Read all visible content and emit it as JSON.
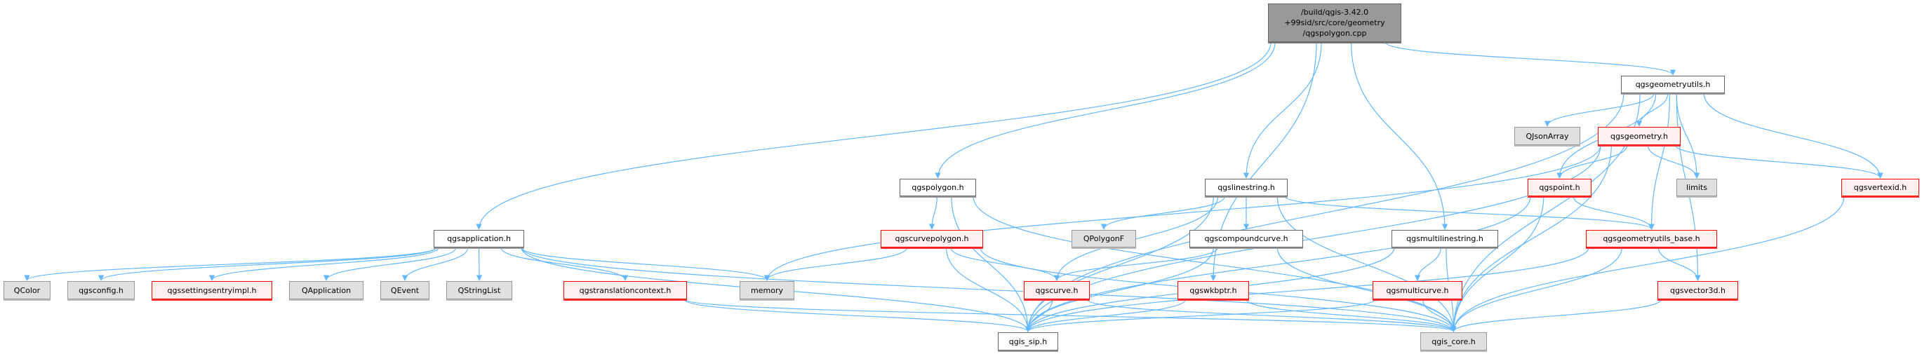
{
  "graph": {
    "edge_color": "#63b8ff",
    "nodes": {
      "root": {
        "label": "/build/qgis-3.42.0\n+99sid/src/core/geometry\n/qgspolygon.cpp",
        "kind": "root"
      },
      "qgsapplication": {
        "label": "qgsapplication.h",
        "kind": "white"
      },
      "QColor": {
        "label": "QColor",
        "kind": "grey"
      },
      "qgsconfig": {
        "label": "qgsconfig.h",
        "kind": "grey"
      },
      "qgssettingsentryimpl": {
        "label": "qgssettingsentryimpl.h",
        "kind": "red"
      },
      "QApplication": {
        "label": "QApplication",
        "kind": "grey"
      },
      "QEvent": {
        "label": "QEvent",
        "kind": "grey"
      },
      "QStringList": {
        "label": "QStringList",
        "kind": "grey"
      },
      "qgstranslationcontext": {
        "label": "qgstranslationcontext.h",
        "kind": "red"
      },
      "memory": {
        "label": "memory",
        "kind": "grey"
      },
      "qgspolygon": {
        "label": "qgspolygon.h",
        "kind": "white"
      },
      "qgscurvepolygon": {
        "label": "qgscurvepolygon.h",
        "kind": "red"
      },
      "qgsgeometryutils": {
        "label": "qgsgeometryutils.h",
        "kind": "white"
      },
      "QJsonArray": {
        "label": "QJsonArray",
        "kind": "grey"
      },
      "qgsgeometry": {
        "label": "qgsgeometry.h",
        "kind": "red"
      },
      "qgslinestring": {
        "label": "qgslinestring.h",
        "kind": "white"
      },
      "qgspoint": {
        "label": "qgspoint.h",
        "kind": "red"
      },
      "limits": {
        "label": "limits",
        "kind": "grey"
      },
      "qgsvertexid": {
        "label": "qgsvertexid.h",
        "kind": "red"
      },
      "QPolygonF": {
        "label": "QPolygonF",
        "kind": "grey"
      },
      "qgscompoundcurve": {
        "label": "qgscompoundcurve.h",
        "kind": "white"
      },
      "qgsmultilinestring": {
        "label": "qgsmultilinestring.h",
        "kind": "white"
      },
      "qgsgeometryutils_base": {
        "label": "qgsgeometryutils_base.h",
        "kind": "red"
      },
      "qgscurve": {
        "label": "qgscurve.h",
        "kind": "red"
      },
      "qgswkbptr": {
        "label": "qgswkbptr.h",
        "kind": "red"
      },
      "qgsmulticurve": {
        "label": "qgsmulticurve.h",
        "kind": "red"
      },
      "qgsvector3d": {
        "label": "qgsvector3d.h",
        "kind": "red"
      },
      "qgis_sip": {
        "label": "qgis_sip.h",
        "kind": "white"
      },
      "qgis_core": {
        "label": "qgis_core.h",
        "kind": "grey"
      }
    },
    "edges": [
      [
        "root",
        "qgsapplication"
      ],
      [
        "root",
        "qgspolygon"
      ],
      [
        "root",
        "qgslinestring"
      ],
      [
        "root",
        "qgswkbptr"
      ],
      [
        "root",
        "qgsmultilinestring"
      ],
      [
        "root",
        "qgsgeometryutils"
      ],
      [
        "qgsapplication",
        "QColor"
      ],
      [
        "qgsapplication",
        "qgsconfig"
      ],
      [
        "qgsapplication",
        "qgssettingsentryimpl"
      ],
      [
        "qgsapplication",
        "QApplication"
      ],
      [
        "qgsapplication",
        "QEvent"
      ],
      [
        "qgsapplication",
        "QStringList"
      ],
      [
        "qgsapplication",
        "qgstranslationcontext"
      ],
      [
        "qgsapplication",
        "memory"
      ],
      [
        "qgsapplication",
        "qgis_core"
      ],
      [
        "qgsapplication",
        "qgis_sip"
      ],
      [
        "qgstranslationcontext",
        "qgis_sip"
      ],
      [
        "qgstranslationcontext",
        "qgis_core"
      ],
      [
        "qgspolygon",
        "qgscurvepolygon"
      ],
      [
        "qgspolygon",
        "qgis_sip"
      ],
      [
        "qgspolygon",
        "qgis_core"
      ],
      [
        "qgscurvepolygon",
        "memory"
      ],
      [
        "qgscurvepolygon",
        "qgscurve"
      ],
      [
        "qgscurvepolygon",
        "qgis_sip"
      ],
      [
        "qgscurvepolygon",
        "qgis_core"
      ],
      [
        "qgslinestring",
        "QPolygonF"
      ],
      [
        "qgslinestring",
        "qgscompoundcurve"
      ],
      [
        "qgslinestring",
        "qgscurve"
      ],
      [
        "qgslinestring",
        "qgis_sip"
      ],
      [
        "qgslinestring",
        "qgis_core"
      ],
      [
        "qgslinestring",
        "qgsgeometryutils_base"
      ],
      [
        "qgscompoundcurve",
        "qgscurve"
      ],
      [
        "qgscompoundcurve",
        "qgis_sip"
      ],
      [
        "qgscompoundcurve",
        "qgis_core"
      ],
      [
        "qgsmultilinestring",
        "qgsmulticurve"
      ],
      [
        "qgsmultilinestring",
        "qgis_sip"
      ],
      [
        "qgsmultilinestring",
        "qgis_core"
      ],
      [
        "qgsgeometryutils",
        "QJsonArray"
      ],
      [
        "qgsgeometryutils",
        "qgsgeometry"
      ],
      [
        "qgsgeometryutils",
        "qgspoint"
      ],
      [
        "qgsgeometryutils",
        "limits"
      ],
      [
        "qgsgeometryutils",
        "qgsvertexid"
      ],
      [
        "qgsgeometryutils",
        "qgsgeometryutils_base"
      ],
      [
        "qgsgeometryutils",
        "qgsvector3d"
      ],
      [
        "qgsgeometryutils",
        "qgis_core"
      ],
      [
        "qgsgeometryutils",
        "qgis_sip"
      ],
      [
        "qgsgeometry",
        "memory"
      ],
      [
        "qgsgeometry",
        "qgis_sip"
      ],
      [
        "qgsgeometry",
        "qgspoint"
      ],
      [
        "qgsgeometry",
        "limits"
      ],
      [
        "qgsgeometry",
        "qgsvertexid"
      ],
      [
        "qgsgeometry",
        "qgis_core"
      ],
      [
        "qgspoint",
        "qgsgeometryutils_base"
      ],
      [
        "qgspoint",
        "qgis_core"
      ],
      [
        "qgspoint",
        "qgis_sip"
      ],
      [
        "qgsgeometryutils_base",
        "qgsvector3d"
      ],
      [
        "qgsgeometryutils_base",
        "qgis_core"
      ],
      [
        "qgsgeometryutils_base",
        "qgis_sip"
      ],
      [
        "qgscurve",
        "qgis_sip"
      ],
      [
        "qgscurve",
        "qgis_core"
      ],
      [
        "qgswkbptr",
        "qgis_sip"
      ],
      [
        "qgswkbptr",
        "qgis_core"
      ],
      [
        "qgsmulticurve",
        "qgis_sip"
      ],
      [
        "qgsmulticurve",
        "qgis_core"
      ],
      [
        "qgsvector3d",
        "qgis_core"
      ],
      [
        "qgsvertexid",
        "qgis_core"
      ]
    ]
  }
}
